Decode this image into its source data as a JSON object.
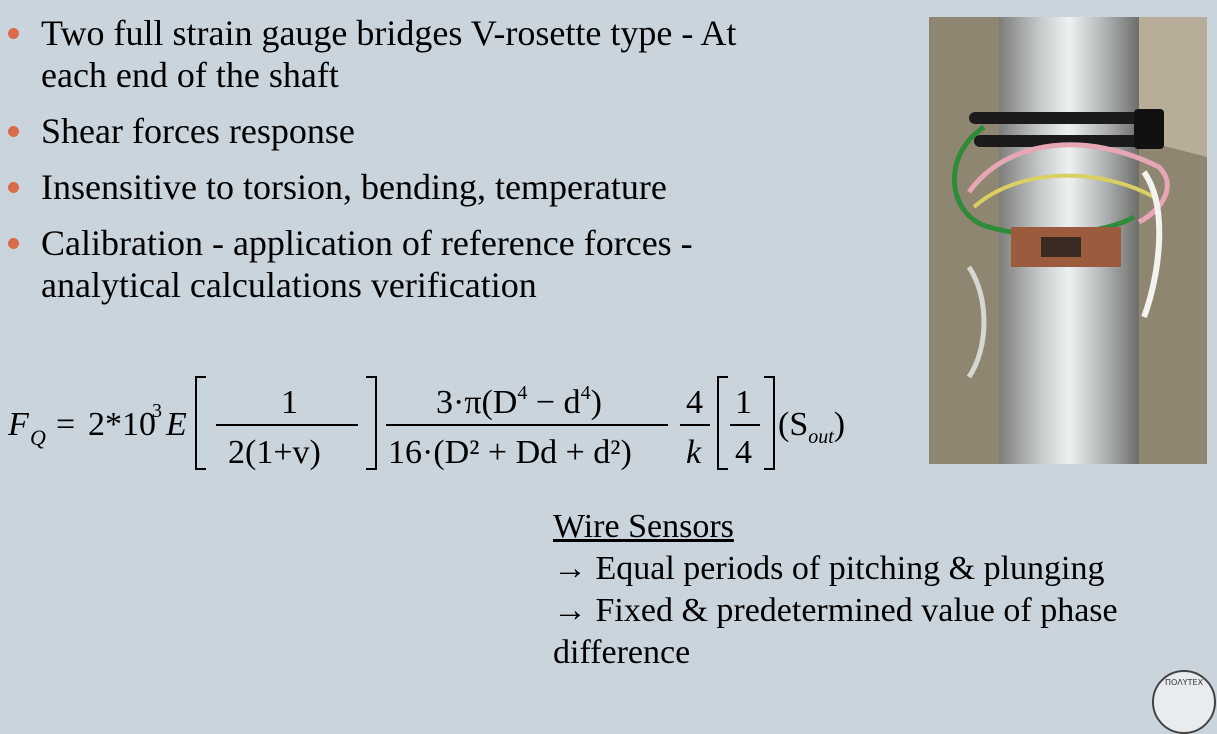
{
  "bullets": [
    {
      "lines": [
        "Two full strain gauge bridges V-rosette type - At",
        "each end of the shaft"
      ]
    },
    {
      "lines": [
        "Shear forces response"
      ]
    },
    {
      "lines": [
        "Insensitive to torsion, bending, temperature"
      ]
    },
    {
      "lines": [
        "Calibration - application of reference forces -",
        "analytical calculations verification"
      ]
    }
  ],
  "formula": {
    "lhs": "F",
    "lhs_sub": "Q",
    "equals": "=",
    "coef": "2*10",
    "coef_exp": "3",
    "e": "E",
    "frac1_num": "1",
    "frac1_den": "2(1+v)",
    "frac2_num": "3·π(D",
    "frac2_num_exp": "4",
    "frac2_num_mid": " − d",
    "frac2_num_exp2": "4",
    "frac2_num_end": ")",
    "frac2_den": "16·(D² + Dd + d²)",
    "frac3_num": "4",
    "frac3_den": "k",
    "frac4_num": "1",
    "frac4_den": "4",
    "s": "(S",
    "s_sub": "out",
    "s_end": ")"
  },
  "photo": {
    "icon": "strain-gauge-shaft-photo"
  },
  "notes": {
    "heading": "Wire Sensors",
    "line1": "→ Equal periods of pitching & plunging",
    "line2": "→ Fixed & predetermined value of phase",
    "line3": "difference"
  },
  "seal": {
    "text": "ΠΟΛΥΤΕΧ"
  },
  "colors": {
    "background": "#c9d4dd",
    "bullet": "#d96b4a"
  }
}
